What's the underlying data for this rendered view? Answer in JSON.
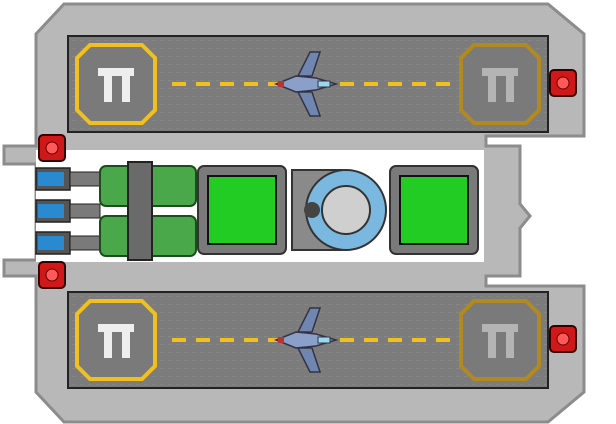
{
  "scene": {
    "type": "spaceship-deck-layout",
    "colors": {
      "hull": "#b8b8b8",
      "hull_edge": "#8c8c8c",
      "deck": "#7a7a7a",
      "deck_dark": "#5e5e5e",
      "runway_stripe": "#f0c020",
      "pad_ring_active": "#f0c020",
      "pad_ring_inactive": "#b08a20",
      "module_green": "#22cc22",
      "engine_green": "#4aa84a",
      "reactor_blue": "#7ab8e0",
      "alarm_red": "#d01818",
      "thruster_blue": "#2a8ad0"
    },
    "bays": [
      {
        "name": "upper-hangar",
        "launch_pad": {
          "state": "active"
        },
        "landing_pad": {
          "state": "inactive"
        },
        "fighter": {
          "icon": "fighter-ship-icon"
        }
      },
      {
        "name": "lower-hangar",
        "launch_pad": {
          "state": "active"
        },
        "landing_pad": {
          "state": "inactive"
        },
        "fighter": {
          "icon": "fighter-ship-icon"
        }
      }
    ],
    "core_modules": [
      {
        "name": "cargo-module-left",
        "icon": "cargo-crate-icon"
      },
      {
        "name": "reactor-core",
        "icon": "reactor-icon"
      },
      {
        "name": "cargo-module-right",
        "icon": "cargo-crate-icon"
      }
    ],
    "engines": {
      "count": 3,
      "icon": "thruster-icon"
    },
    "alarms": {
      "count": 4,
      "icon": "alarm-light-icon"
    }
  }
}
